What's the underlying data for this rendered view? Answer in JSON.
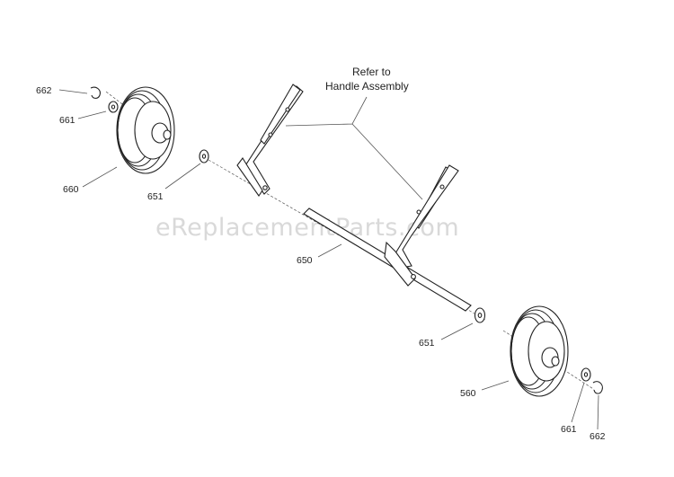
{
  "watermark": "eReplacementParts.com",
  "callout": {
    "line1": "Refer to",
    "line2": "Handle Assembly"
  },
  "parts": {
    "p662_top": "662",
    "p661_top": "661",
    "p660": "660",
    "p651_top": "651",
    "p650": "650",
    "p651_bottom": "651",
    "p560": "560",
    "p661_bottom": "661",
    "p662_bottom": "662"
  },
  "colors": {
    "line": "#222222",
    "watermark": "#d9d9d9",
    "background": "#ffffff"
  }
}
